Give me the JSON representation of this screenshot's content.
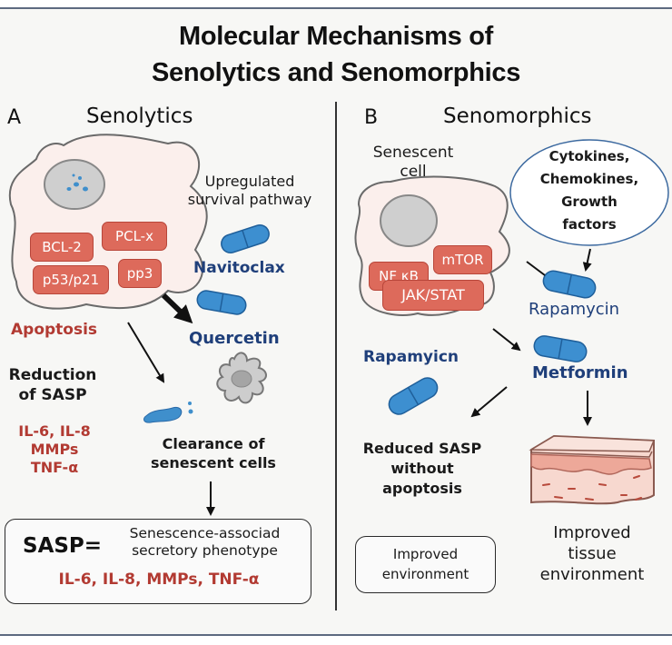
{
  "title": {
    "line1": "Molecular Mechanisms of",
    "line2": "Senolytics and Senomorphics"
  },
  "panel_a": {
    "letter": "A",
    "heading": "Senolytics",
    "cell_proteins": [
      "BCL-2",
      "PCL-x",
      "p53/p21",
      "pp3"
    ],
    "pathway_label_line1": "Upregulated",
    "pathway_label_line2": "survival pathway",
    "drug1": "Navitoclax",
    "drug2": "Quercetin",
    "apoptosis": "Apoptosis",
    "reduction_line1": "Reduction",
    "reduction_line2": "of SASP",
    "factors": [
      "IL-6, IL-8",
      "MMPs",
      "TNF-α"
    ],
    "clearance_line1": "Clearance of",
    "clearance_line2": "senescent cells",
    "sasp_box": {
      "abbr": "SASP",
      "equals": "=",
      "definition_line1": "Senescence-associad",
      "definition_line2": "secretory phenotype",
      "factors": "IL-6, IL-8, MMPs, TNF-α"
    }
  },
  "panel_b": {
    "letter": "B",
    "heading": "Senomorphics",
    "cell_label_line1": "Senescent",
    "cell_label_line2": "cell",
    "cell_proteins": [
      "mTOR",
      "NF κB",
      "JAK/STAT"
    ],
    "bubble_lines": [
      "Cytokines,",
      "Chemokines,",
      "Growth",
      "factors"
    ],
    "drug_rapamycin": "Rapamycin",
    "drug_rapamyicn": "Rapamyicn",
    "drug_metformin": "Metformin",
    "reduced_lines": [
      "Reduced SASP",
      "without",
      "apoptosis"
    ],
    "improved_box_lines": [
      "Improved",
      "environment"
    ],
    "tissue_lines": [
      "Improved",
      "tissue",
      "environment"
    ]
  },
  "colors": {
    "red_text": "#b23a32",
    "blue_text": "#1f3f7a",
    "tag_fill": "#dd6a5b",
    "pill_fill": "#3d8fd0",
    "cell_fill": "#fbefec",
    "tissue_fill": "#f6cfc6"
  }
}
